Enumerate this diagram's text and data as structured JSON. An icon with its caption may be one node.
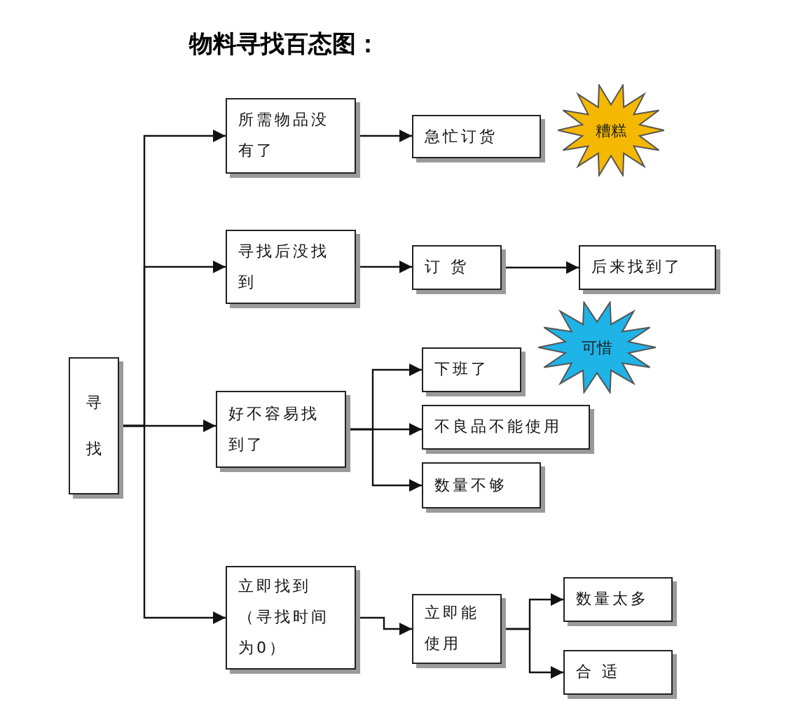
{
  "diagram": {
    "title": "物料寻找百态图：",
    "nodes": [
      {
        "text": [
          "寻找"
        ]
      },
      {
        "text": [
          "所需物品没有了"
        ]
      },
      {
        "text": [
          "急忙订货"
        ]
      },
      {
        "text": [
          "糟糕"
        ]
      },
      {
        "text": [
          "寻找后没找到"
        ]
      },
      {
        "text": [
          "订 货"
        ]
      },
      {
        "text": [
          "后来找到了"
        ]
      },
      {
        "text": [
          "可惜"
        ]
      },
      {
        "text": [
          "好不容易找到了"
        ]
      },
      {
        "text": [
          "下班了"
        ]
      },
      {
        "text": [
          "不良品不能使用"
        ]
      },
      {
        "text": [
          "数量不够"
        ]
      },
      {
        "text": [
          "立即找到（寻找时间为0）"
        ]
      },
      {
        "text": [
          "立即能使用"
        ]
      },
      {
        "text": [
          "数量太多"
        ]
      },
      {
        "text": [
          "合 适"
        ]
      }
    ],
    "edges": [
      {
        "from": 0,
        "to": 1,
        "arrow": "to"
      },
      {
        "from": 0,
        "to": 4,
        "arrow": "to"
      },
      {
        "from": 0,
        "to": 8,
        "arrow": "to"
      },
      {
        "from": 0,
        "to": 12,
        "arrow": "to"
      },
      {
        "from": 1,
        "to": 2,
        "arrow": "to"
      },
      {
        "from": 4,
        "to": 5,
        "arrow": "to"
      },
      {
        "from": 5,
        "to": 6,
        "arrow": "to"
      },
      {
        "from": 8,
        "to": 9,
        "arrow": "to"
      },
      {
        "from": 8,
        "to": 10,
        "arrow": "to"
      },
      {
        "from": 8,
        "to": 11,
        "arrow": "to"
      },
      {
        "from": 12,
        "to": 13,
        "arrow": "to"
      },
      {
        "from": 13,
        "to": 14,
        "arrow": "to"
      },
      {
        "from": 13,
        "to": 15,
        "arrow": "to"
      }
    ]
  }
}
